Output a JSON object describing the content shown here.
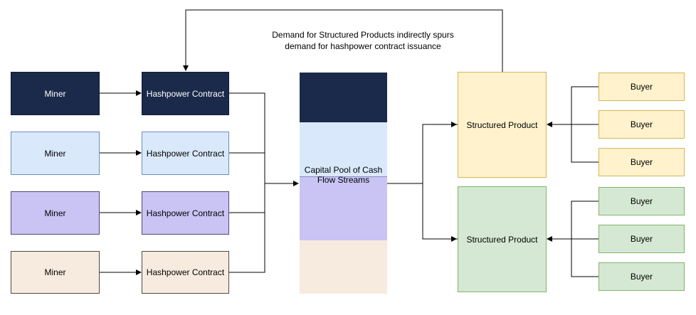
{
  "colors": {
    "dark": "#1b2a4a",
    "blue": "#dae8fc",
    "purple": "#c9c4f4",
    "peach": "#f7ebdf",
    "yellow": "#fff2cc",
    "green": "#d5e8d4"
  },
  "miners": [
    "Miner",
    "Miner",
    "Miner",
    "Miner"
  ],
  "contracts": [
    "Hashpower Contract",
    "Hashpower Contract",
    "Hashpower Contract",
    "Hashpower Contract"
  ],
  "pool": {
    "label": "Capital Pool of Cash Flow Streams"
  },
  "products": [
    "Structured Product",
    "Structured Product"
  ],
  "buyers": [
    "Buyer",
    "Buyer",
    "Buyer",
    "Buyer",
    "Buyer",
    "Buyer"
  ],
  "feedback_note": {
    "line1": "Demand for Structured Products indirectly spurs",
    "line2": "demand for hashpower contract issuance"
  }
}
